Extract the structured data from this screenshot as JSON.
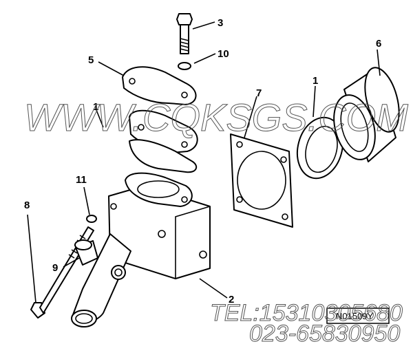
{
  "callouts": [
    {
      "id": "1",
      "label": "1"
    },
    {
      "id": "2",
      "label": "2"
    },
    {
      "id": "3",
      "label": "3"
    },
    {
      "id": "5",
      "label": "5"
    },
    {
      "id": "6",
      "label": "6"
    },
    {
      "id": "7",
      "label": "7"
    },
    {
      "id": "8",
      "label": "8"
    },
    {
      "id": "9",
      "label": "9"
    },
    {
      "id": "10",
      "label": "10"
    },
    {
      "id": "11",
      "label": "11"
    },
    {
      "id": "1b",
      "label": "1"
    }
  ],
  "reference_code": "N01509Y",
  "watermark": {
    "site": "WWW.CQKSGS.COM",
    "tel": "TEL:15310305680",
    "phone": "023-65830950"
  }
}
